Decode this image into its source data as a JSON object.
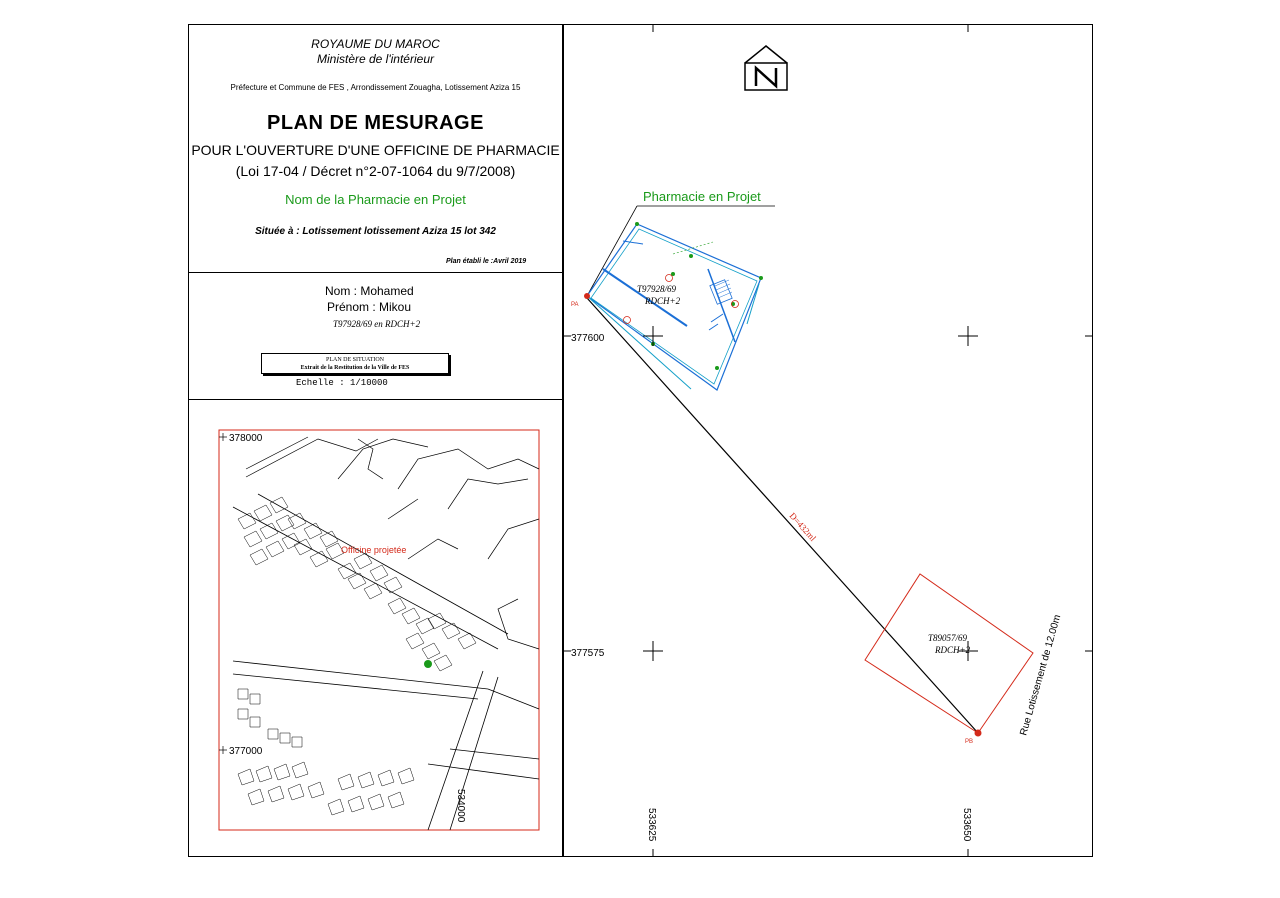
{
  "header": {
    "kingdom": "ROYAUME DU MAROC",
    "ministry": "Ministère de l'intérieur",
    "location_line": "Préfecture et Commune de FES , Arrondissement Zouagha, Lotissement Aziza  15",
    "title": "PLAN DE MESURAGE",
    "subtitle": "POUR L'OUVERTURE D'UNE OFFICINE DE PHARMACIE",
    "law": "(Loi 17-04 / Décret n°2-07-1064 du 9/7/2008)",
    "pharmacy_name": "Nom de la Pharmacie en Projet",
    "situee": "Située à : Lotissement lotissement Aziza 15 lot 342",
    "date": "Plan établi le :Avril 2019"
  },
  "owner": {
    "nom": "Nom : Mohamed",
    "prenom": "Prénom : Mikou",
    "ref": "T97928/69 en  RDCH+2"
  },
  "situation": {
    "box_line1": "PLAN DE SITUATION",
    "box_line2": "Extrait de la Restitution de la Ville de FES",
    "echelle": "Echelle   :   1/10000",
    "y_top": "378000",
    "y_bottom": "377000",
    "x_label": "534000",
    "marker_label": "Officine projetée"
  },
  "plan": {
    "pharmacie_label": "Pharmacie en Projet",
    "y_top": "377600",
    "y_bottom": "377575",
    "x_left": "533625",
    "x_right": "533650",
    "distance_label": "D=432ml",
    "building_a_ref": "T97928/69",
    "building_a_level": "RDCH+2",
    "building_b_ref": "T89057/69",
    "building_b_level": "RDCH+2",
    "point_a": "PA",
    "point_b": "PB",
    "street": "Rue Lotissement de 12.00m"
  },
  "colors": {
    "green": "#1a9a1a",
    "red": "#d42a1a",
    "blue": "#1b6fd6",
    "cyan": "#14a0c8"
  }
}
